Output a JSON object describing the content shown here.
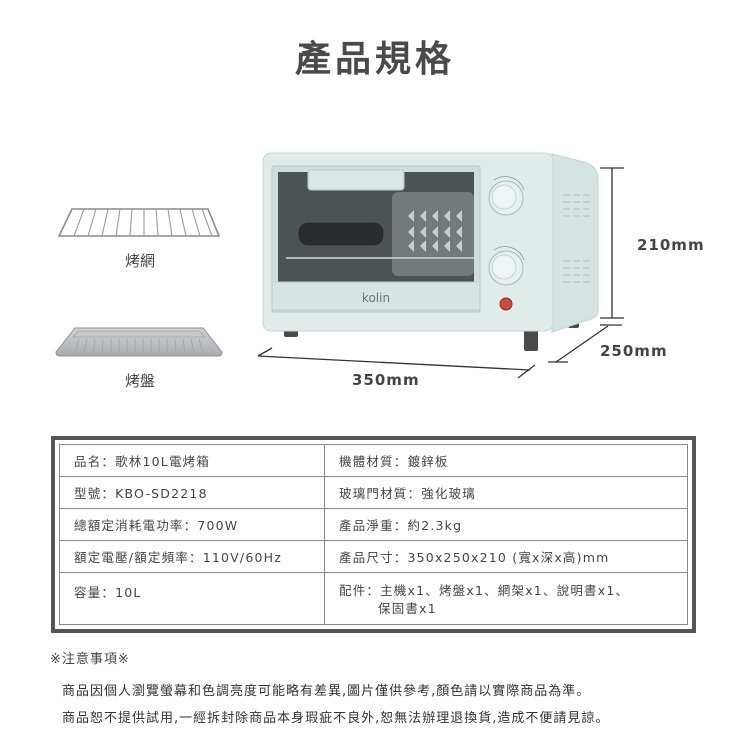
{
  "header": {
    "title": "產品規格"
  },
  "accessories": [
    {
      "name": "烤網",
      "icon": "wire-rack"
    },
    {
      "name": "烤盤",
      "icon": "baking-tray"
    }
  ],
  "product_image": {
    "brand": "kolin",
    "colors": {
      "body": "#dbe9e7",
      "accent_light": "#c94a36",
      "feet": "#444444"
    }
  },
  "dimensions": {
    "width": "350mm",
    "depth": "250mm",
    "height": "210mm"
  },
  "specs": {
    "rows": [
      {
        "left": "品名：歌林10L電烤箱",
        "right": "機體材質：鍍鋅板"
      },
      {
        "left": "型號：KBO-SD2218",
        "right": "玻璃門材質：強化玻璃"
      },
      {
        "left": "總額定消耗電功率：700W",
        "right": "產品淨重：約2.3kg"
      },
      {
        "left": "額定電壓/額定頻率：110V/60Hz",
        "right": "產品尺寸：350x250x210 (寬x深x高)mm"
      },
      {
        "left": "容量：10L",
        "right": "配件：主機x1、烤盤x1、網架x1、說明書x1、",
        "right_cont": "保固書x1"
      }
    ]
  },
  "notes": {
    "title": "※注意事項※",
    "lines": [
      "商品因個人瀏覽螢幕和色調亮度可能略有差異,圖片僅供參考,顏色請以實際商品為準。",
      "商品恕不提供試用,一經拆封除商品本身瑕疵不良外,恕無法辦理退換貨,造成不便請見諒。"
    ]
  }
}
